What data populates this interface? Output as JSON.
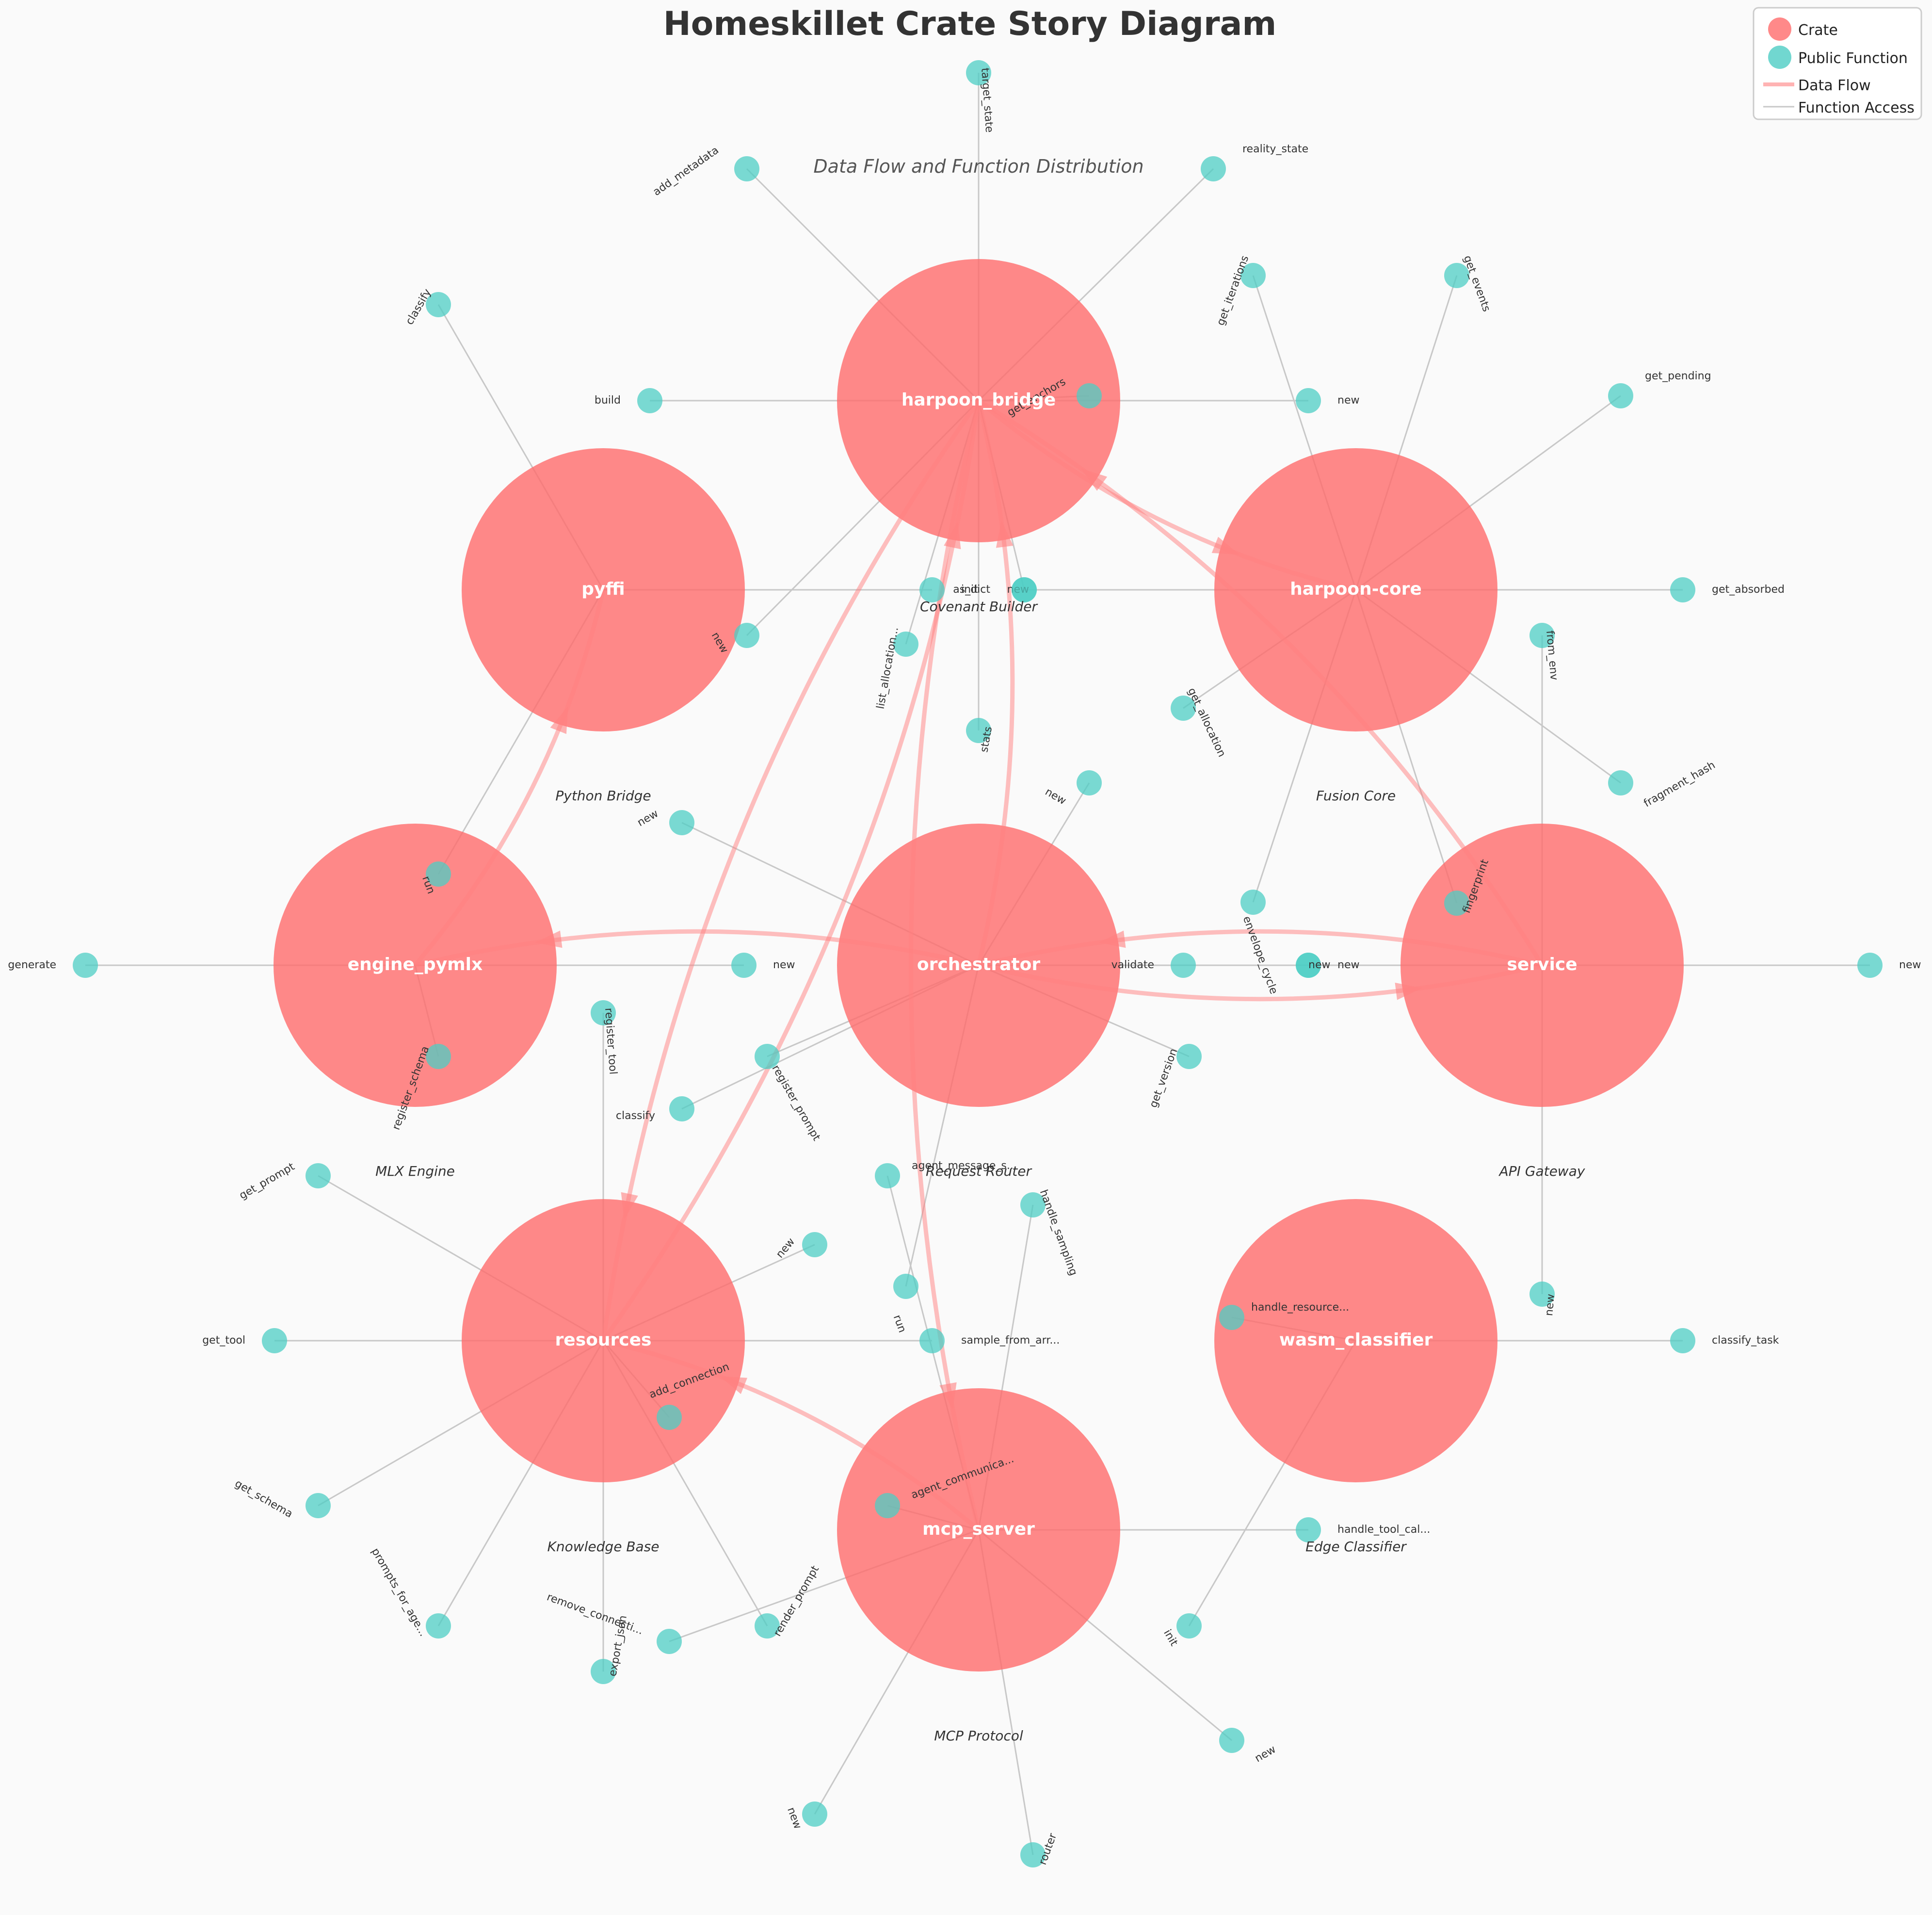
{
  "title": "Homeskillet Crate Story Diagram",
  "subtitle": "Data Flow and Function Distribution",
  "legend": {
    "crate": "Crate",
    "function": "Public Function",
    "flow": "Data Flow",
    "access": "Function Access"
  },
  "colors": {
    "crate": "#ff6b6b",
    "function": "#4ecdc4",
    "flow": "#ff8080",
    "access": "#c8c8c8",
    "text": "#333333",
    "background": "#fafafa"
  },
  "crates": [
    {
      "id": "harpoon_bridge",
      "name": "harpoon_bridge",
      "description": "Covenant Builder"
    },
    {
      "id": "pyffi",
      "name": "pyffi",
      "description": "Python Bridge"
    },
    {
      "id": "harpoon-core",
      "name": "harpoon-core",
      "description": "Fusion Core"
    },
    {
      "id": "engine_pymlx",
      "name": "engine_pymlx",
      "description": "MLX Engine"
    },
    {
      "id": "orchestrator",
      "name": "orchestrator",
      "description": "Request Router"
    },
    {
      "id": "service",
      "name": "service",
      "description": "API Gateway"
    },
    {
      "id": "resources",
      "name": "resources",
      "description": "Knowledge Base"
    },
    {
      "id": "wasm_classifier",
      "name": "wasm_classifier",
      "description": "Edge Classifier"
    },
    {
      "id": "mcp_server",
      "name": "mcp_server",
      "description": "MCP Protocol"
    }
  ],
  "functions": [
    {
      "crate": "harpoon_bridge",
      "label": "target_state"
    },
    {
      "crate": "harpoon_bridge",
      "label": "reality_state"
    },
    {
      "crate": "harpoon_bridge",
      "label": "add_metadata"
    },
    {
      "crate": "harpoon_bridge",
      "label": "build"
    },
    {
      "crate": "harpoon_bridge",
      "label": "new"
    },
    {
      "crate": "harpoon_bridge",
      "label": "get_anchors"
    },
    {
      "crate": "harpoon_bridge",
      "label": "new"
    },
    {
      "crate": "harpoon_bridge",
      "label": "list_allocation..."
    },
    {
      "crate": "harpoon_bridge",
      "label": "stats"
    },
    {
      "crate": "harpoon_bridge",
      "label": "new"
    },
    {
      "crate": "pyffi",
      "label": "classify"
    },
    {
      "crate": "pyffi",
      "label": "init"
    },
    {
      "crate": "pyffi",
      "label": "run"
    },
    {
      "crate": "harpoon-core",
      "label": "get_iterations"
    },
    {
      "crate": "harpoon-core",
      "label": "get_events"
    },
    {
      "crate": "harpoon-core",
      "label": "get_pending"
    },
    {
      "crate": "harpoon-core",
      "label": "as_dict"
    },
    {
      "crate": "harpoon-core",
      "label": "get_absorbed"
    },
    {
      "crate": "harpoon-core",
      "label": "get_allocation"
    },
    {
      "crate": "harpoon-core",
      "label": "fragment_hash"
    },
    {
      "crate": "harpoon-core",
      "label": "envelope_cycle"
    },
    {
      "crate": "harpoon-core",
      "label": "fingerprint"
    },
    {
      "crate": "engine_pymlx",
      "label": "generate"
    },
    {
      "crate": "engine_pymlx",
      "label": "new"
    },
    {
      "crate": "engine_pymlx",
      "label": "register_schema"
    },
    {
      "crate": "orchestrator",
      "label": "new"
    },
    {
      "crate": "orchestrator",
      "label": "new"
    },
    {
      "crate": "orchestrator",
      "label": "validate"
    },
    {
      "crate": "orchestrator",
      "label": "get_version"
    },
    {
      "crate": "orchestrator",
      "label": "new"
    },
    {
      "crate": "orchestrator",
      "label": "run"
    },
    {
      "crate": "orchestrator",
      "label": "register_prompt"
    },
    {
      "crate": "orchestrator",
      "label": "classify"
    },
    {
      "crate": "service",
      "label": "from_env"
    },
    {
      "crate": "service",
      "label": "new"
    },
    {
      "crate": "service",
      "label": "new"
    },
    {
      "crate": "service",
      "label": "new"
    },
    {
      "crate": "resources",
      "label": "get_prompt"
    },
    {
      "crate": "resources",
      "label": "register_tool"
    },
    {
      "crate": "resources",
      "label": "get_tool"
    },
    {
      "crate": "resources",
      "label": "get_schema"
    },
    {
      "crate": "resources",
      "label": "prompts_for_age..."
    },
    {
      "crate": "resources",
      "label": "export_json"
    },
    {
      "crate": "resources",
      "label": "render_prompt"
    },
    {
      "crate": "resources",
      "label": "add_connection"
    },
    {
      "crate": "resources",
      "label": "sample_from_arr..."
    },
    {
      "crate": "resources",
      "label": "new"
    },
    {
      "crate": "wasm_classifier",
      "label": "handle_resource..."
    },
    {
      "crate": "wasm_classifier",
      "label": "classify_task"
    },
    {
      "crate": "wasm_classifier",
      "label": "init"
    },
    {
      "crate": "mcp_server",
      "label": "agent_message_s..."
    },
    {
      "crate": "mcp_server",
      "label": "handle_sampling"
    },
    {
      "crate": "mcp_server",
      "label": "remove_connecti..."
    },
    {
      "crate": "mcp_server",
      "label": "agent_communica..."
    },
    {
      "crate": "mcp_server",
      "label": "handle_tool_cal..."
    },
    {
      "crate": "mcp_server",
      "label": "new"
    },
    {
      "crate": "mcp_server",
      "label": "router"
    },
    {
      "crate": "mcp_server",
      "label": "new"
    }
  ],
  "flows": [
    {
      "from": "harpoon_bridge",
      "to": "harpoon-core"
    },
    {
      "from": "harpoon_bridge",
      "to": "resources"
    },
    {
      "from": "harpoon_bridge",
      "to": "mcp_server"
    },
    {
      "from": "orchestrator",
      "to": "harpoon_bridge"
    },
    {
      "from": "orchestrator",
      "to": "engine_pymlx"
    },
    {
      "from": "orchestrator",
      "to": "service"
    },
    {
      "from": "service",
      "to": "orchestrator"
    },
    {
      "from": "service",
      "to": "harpoon_bridge"
    },
    {
      "from": "engine_pymlx",
      "to": "pyffi"
    },
    {
      "from": "mcp_server",
      "to": "resources"
    },
    {
      "from": "resources",
      "to": "harpoon_bridge"
    }
  ]
}
